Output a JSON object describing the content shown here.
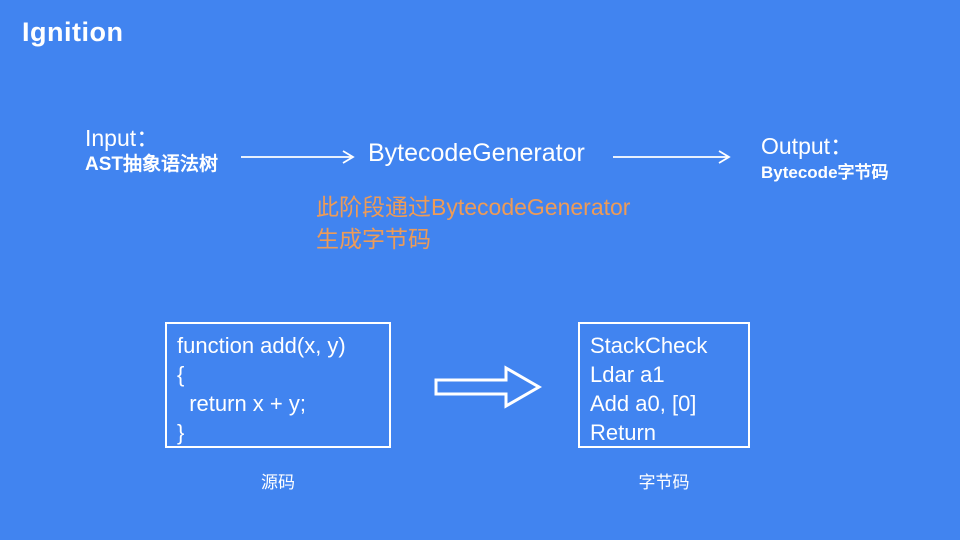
{
  "slide": {
    "title": "Ignition"
  },
  "colors": {
    "background": "#4184F0",
    "text": "#FFFFFF",
    "note_orange": "#ED9B58"
  },
  "flow": {
    "input_label": "Input：",
    "input_sub": "AST抽象语法树",
    "generator": "BytecodeGenerator",
    "output_label": "Output：",
    "output_sub": "Bytecode字节码"
  },
  "icons": {
    "flow_arrow_1": "arrow-right",
    "flow_arrow_2": "arrow-right",
    "transform_arrow": "block-arrow-right"
  },
  "note": {
    "line1": "此阶段通过BytecodeGenerator",
    "line2": "生成字节码"
  },
  "source_box": {
    "lines": [
      "function add(x, y)",
      "{",
      "  return x + y;",
      "}"
    ],
    "caption": "源码"
  },
  "bytecode_box": {
    "lines": [
      "StackCheck",
      "Ldar a1",
      "Add a0, [0]",
      "Return"
    ],
    "caption": "字节码"
  }
}
